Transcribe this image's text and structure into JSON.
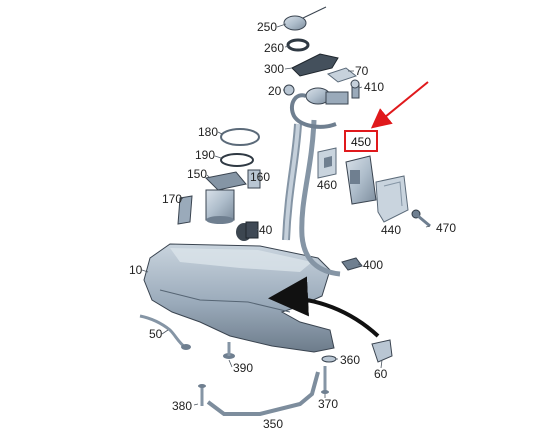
{
  "diagram": {
    "parts": [
      {
        "id": "10",
        "label": "10"
      },
      {
        "id": "20",
        "label": "20"
      },
      {
        "id": "40",
        "label": "40"
      },
      {
        "id": "50",
        "label": "50"
      },
      {
        "id": "60",
        "label": "60"
      },
      {
        "id": "70",
        "label": "70"
      },
      {
        "id": "150",
        "label": "150"
      },
      {
        "id": "160",
        "label": "160"
      },
      {
        "id": "170",
        "label": "170"
      },
      {
        "id": "180",
        "label": "180"
      },
      {
        "id": "190",
        "label": "190"
      },
      {
        "id": "250",
        "label": "250"
      },
      {
        "id": "260",
        "label": "260"
      },
      {
        "id": "300",
        "label": "300"
      },
      {
        "id": "350",
        "label": "350"
      },
      {
        "id": "360",
        "label": "360"
      },
      {
        "id": "370",
        "label": "370"
      },
      {
        "id": "380",
        "label": "380"
      },
      {
        "id": "390",
        "label": "390"
      },
      {
        "id": "400",
        "label": "400"
      },
      {
        "id": "410",
        "label": "410"
      },
      {
        "id": "440",
        "label": "440"
      },
      {
        "id": "450",
        "label": "450"
      },
      {
        "id": "460",
        "label": "460"
      },
      {
        "id": "470",
        "label": "470"
      }
    ],
    "highlighted_part": "450",
    "colors": {
      "part_fill": "#b9c6d3",
      "part_dark": "#6f7f90",
      "outline": "#3a4450",
      "highlight": "#e0191c",
      "arrow": "#111111"
    }
  }
}
